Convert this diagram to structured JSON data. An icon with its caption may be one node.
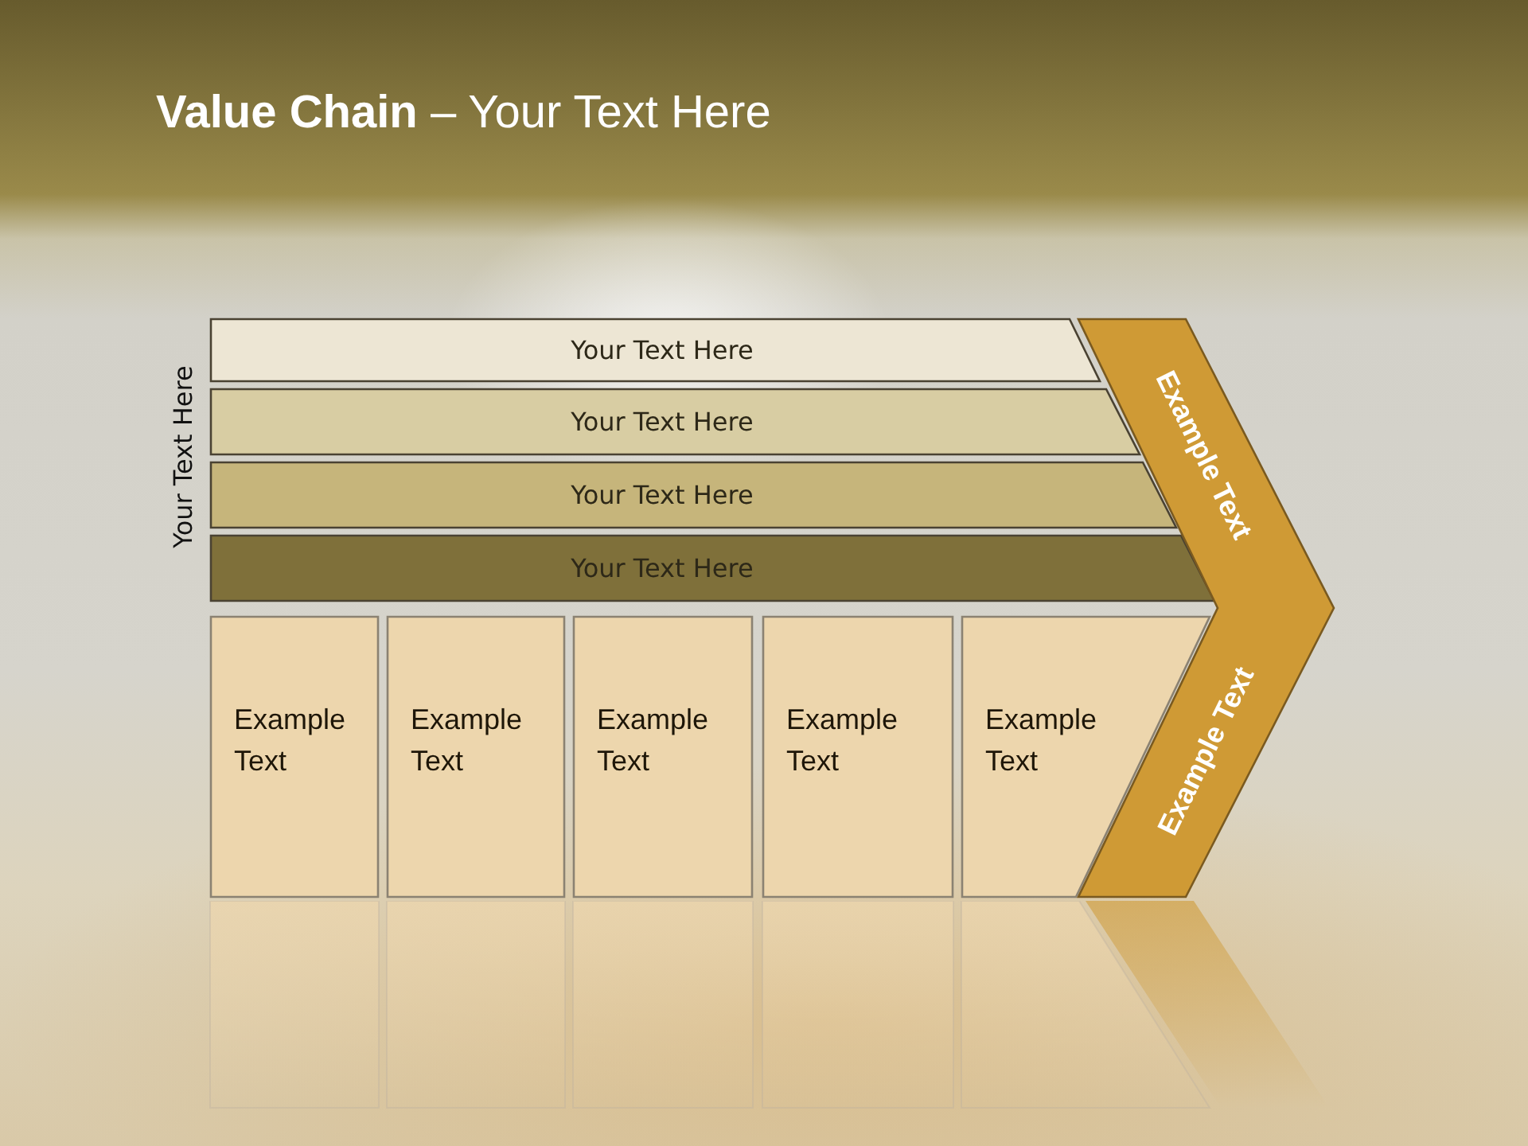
{
  "diagram": {
    "title": "**Value Chain** – Your Text Here",
    "nodes": [
      {
        "text": [
          "Your Text Here"
        ]
      },
      {
        "text": [
          "Your Text Here"
        ]
      },
      {
        "text": [
          "Your Text Here"
        ]
      },
      {
        "text": [
          "Your Text Here"
        ]
      },
      {
        "text": [
          "Example Text"
        ]
      },
      {
        "text": [
          "Example Text"
        ]
      },
      {
        "text": [
          "Example Text"
        ]
      },
      {
        "text": [
          "Example Text"
        ]
      },
      {
        "text": [
          "Example Text"
        ]
      },
      {
        "text": [
          "Example Text",
          "Example Text"
        ]
      }
    ],
    "labels": [
      "Your Text Here"
    ]
  }
}
